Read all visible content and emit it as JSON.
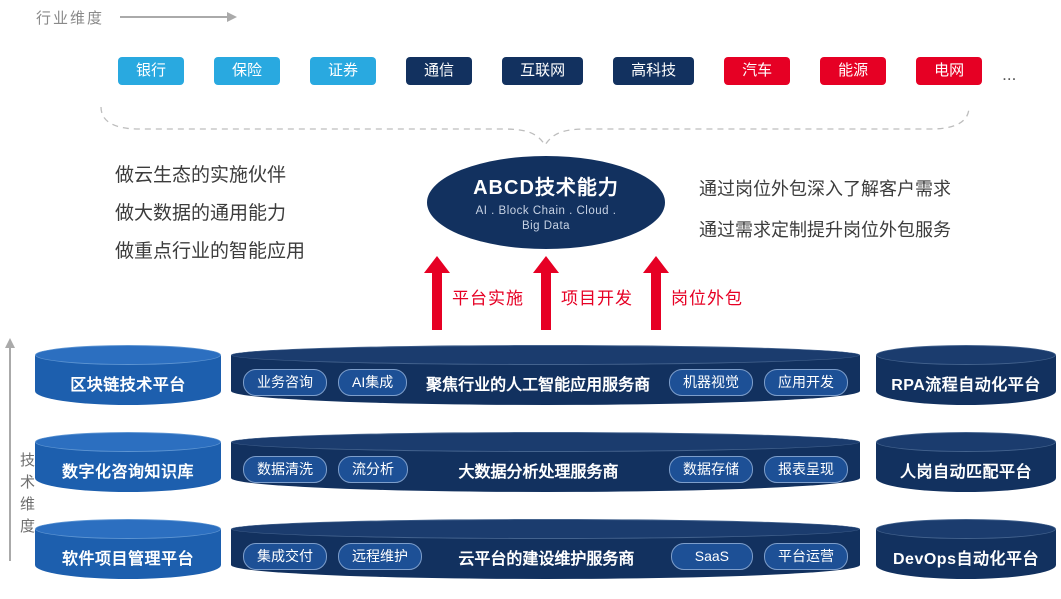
{
  "axes": {
    "industry_label": "行业维度",
    "technology_label": "技术维度"
  },
  "industries": [
    {
      "label": "银行",
      "color": "#29a9e0"
    },
    {
      "label": "保险",
      "color": "#29a9e0"
    },
    {
      "label": "证券",
      "color": "#29a9e0"
    },
    {
      "label": "通信",
      "color": "#12315f"
    },
    {
      "label": "互联网",
      "color": "#12315f"
    },
    {
      "label": "高科技",
      "color": "#12315f"
    },
    {
      "label": "汽车",
      "color": "#e60024"
    },
    {
      "label": "能源",
      "color": "#e60024"
    },
    {
      "label": "电网",
      "color": "#e60024"
    }
  ],
  "industries_more": "...",
  "left_points": [
    "做云生态的实施伙伴",
    "做大数据的通用能力",
    "做重点行业的智能应用"
  ],
  "right_points": [
    "通过岗位外包深入了解客户需求",
    "通过需求定制提升岗位外包服务"
  ],
  "center": {
    "title": "ABCD技术能力",
    "subtitle_line1": "AI . Block Chain . Cloud .",
    "subtitle_line2": "Big Data"
  },
  "arrows": [
    {
      "label": "平台实施",
      "color": "#e60024"
    },
    {
      "label": "项目开发",
      "color": "#e60024"
    },
    {
      "label": "岗位外包",
      "color": "#e60024"
    }
  ],
  "platform_rows": [
    {
      "left_platform": "区块链技术平台",
      "middle": {
        "left_tags": [
          "业务咨询",
          "AI集成"
        ],
        "title": "聚焦行业的人工智能应用服务商",
        "right_tags": [
          "机器视觉",
          "应用开发"
        ]
      },
      "right_platform": "RPA流程自动化平台"
    },
    {
      "left_platform": "数字化咨询知识库",
      "middle": {
        "left_tags": [
          "数据清洗",
          "流分析"
        ],
        "title": "大数据分析处理服务商",
        "right_tags": [
          "数据存储",
          "报表呈现"
        ]
      },
      "right_platform": "人岗自动匹配平台"
    },
    {
      "left_platform": "软件项目管理平台",
      "middle": {
        "left_tags": [
          "集成交付",
          "远程维护"
        ],
        "title": "云平台的建设维护服务商",
        "right_tags": [
          "SaaS",
          "平台运营"
        ]
      },
      "right_platform": "DevOps自动化平台"
    }
  ],
  "palette": {
    "light_blue": "#29a9e0",
    "navy": "#12315f",
    "red": "#e60024",
    "platform_blue": "#1d5fae"
  }
}
